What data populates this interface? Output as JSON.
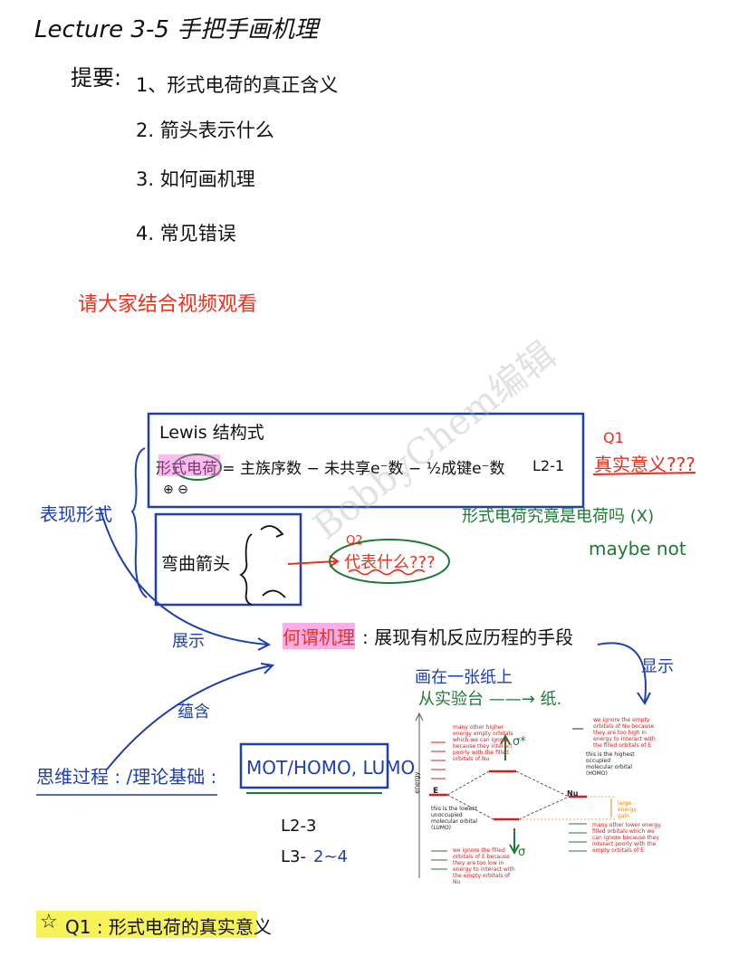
{
  "header": {
    "title": "Lecture 3-5  手把手画机理"
  },
  "outline": {
    "label": "提要:",
    "items": [
      "1、形式电荷的真正含义",
      "2. 箭头表示什么",
      "3. 如何画机理",
      "4. 常见错误"
    ],
    "note": "请大家结合视频观看"
  },
  "lewis_box": {
    "title": "Lewis 结构式",
    "formula": "形式电荷 = 主族序数 − 未共享e⁻数 − ½成键e⁻数",
    "ref": "L2-1",
    "signs": "⊕ ⊖"
  },
  "arrow_box": {
    "label": "弯曲箭头"
  },
  "left_labels": {
    "surface": "表现形式",
    "show": "展示",
    "contain": "蕴含",
    "thinking": "思维过程 : /理论基础 :"
  },
  "questions": {
    "q1_label": "Q1",
    "q1_text": "真实意义???",
    "q1_note": "形式电荷究竟是电荷吗   (X)",
    "q1_maybe": "maybe not",
    "q2_label": "Q2",
    "q2_text": "代表什么???"
  },
  "mechanism": {
    "heading": "何谓机理",
    "definition": ": 展现有机反应历程的手段",
    "paper_note_1": "画在一张纸上",
    "paper_note_2": "从实验台 ——→ 纸.",
    "display": "显示"
  },
  "theory_box": {
    "text": "MOT/HOMO, LUMO"
  },
  "refs": {
    "r1": "L2-3",
    "r2a": "L3-",
    "r2b": "2~4"
  },
  "mo_diagram": {
    "axis_label": "energy",
    "E_label": "E",
    "Nu_label": "Nu",
    "sigma_star": "σ*",
    "sigma": "σ",
    "note_top_left": "many other higher energy empty orbitals which we can ignore because they interact poorly with the filled orbitals of Nu",
    "note_top_right": "we ignore the empty orbitals of Nu because they are too high in energy to interact with the filled orbitals of E",
    "note_homo": "this is the highest occupied molecular orbital (HOMO)",
    "note_lumo": "this is the lowest unoccupied molecular orbital (LUMO)",
    "note_gain": "large energy gain",
    "note_bottom_right": "many other lower energy filled orbitals which we can ignore because they interact poorly with the empty orbitals of E",
    "note_bottom_left": "we ignore the filled orbitals of E because they are too low in energy to interact with the empty orbitals of Nu"
  },
  "footer": {
    "star": "☆",
    "text": "Q1 : 形式电荷的真实意义"
  },
  "watermark": "BobbyChem编辑"
}
